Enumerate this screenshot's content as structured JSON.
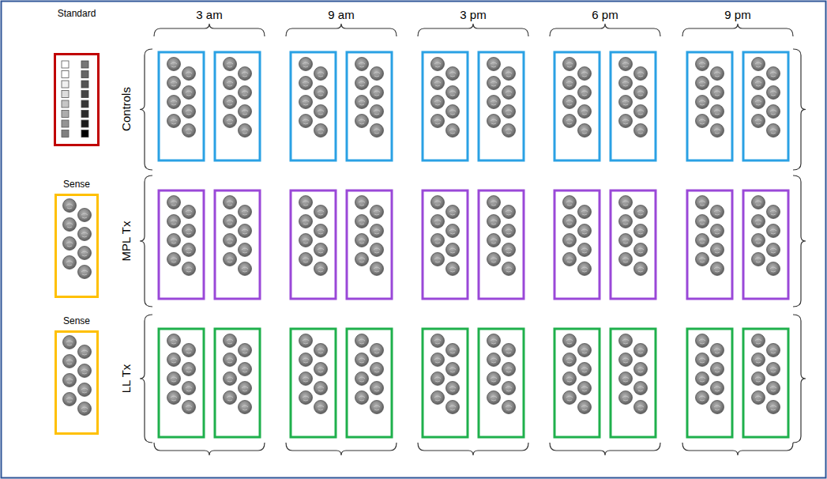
{
  "diagram": {
    "nodes": [
      {
        "text": [
          "Standard"
        ]
      },
      {
        "text": [
          "Sense"
        ]
      },
      {
        "text": [
          "Sense"
        ]
      }
    ],
    "labels": [
      "3 am",
      "9 am",
      "3 pm",
      "6 pm",
      "9 pm",
      "Controls",
      "MPL Tx",
      "LL Tx"
    ]
  }
}
